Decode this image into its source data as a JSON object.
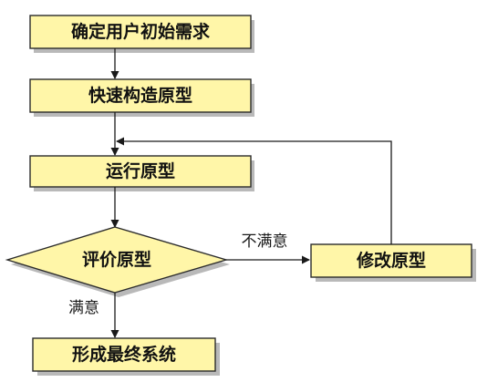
{
  "nodes": {
    "requirements": "确定用户初始需求",
    "build_prototype": "快速构造原型",
    "run_prototype": "运行原型",
    "evaluate_prototype": "评价原型",
    "modify_prototype": "修改原型",
    "final_system": "形成最终系统"
  },
  "edges": {
    "unsatisfied": "不满意",
    "satisfied": "满意"
  },
  "colors": {
    "box_fill": "#fff6a8",
    "box_stroke": "#2b2b2b",
    "shadow": "#b9b9b9",
    "line": "#1a1a1a"
  }
}
